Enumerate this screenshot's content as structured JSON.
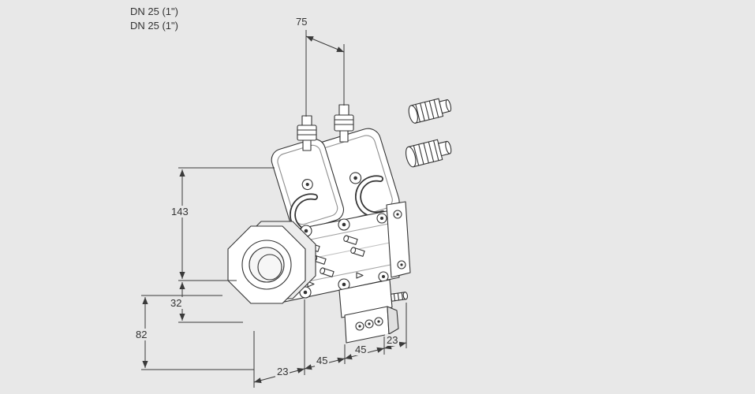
{
  "canvas": {
    "background_color": "#e8e8e8",
    "line_color": "#333333"
  },
  "drawing": {
    "product_labels": [
      {
        "text": "DN 25 (1\")"
      },
      {
        "text": "DN 25 (1\")"
      }
    ],
    "dimensions": {
      "actuator_spacing": "75",
      "axis_to_top": "143",
      "axis_to_flange_bottom": "32",
      "flange_bottom_to_base": "82",
      "depth_front": "23",
      "depth_mid_front": "45",
      "depth_mid_rear": "45",
      "depth_rear": "23"
    }
  }
}
